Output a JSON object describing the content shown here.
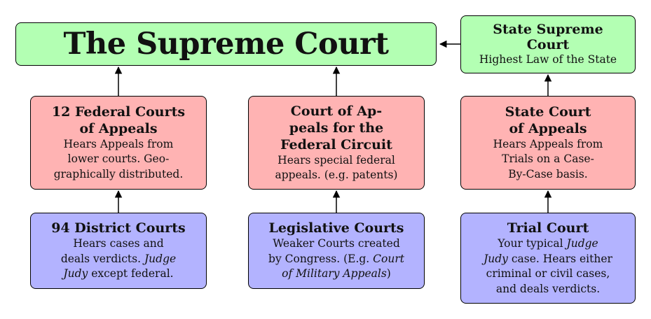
{
  "supreme_court": {
    "title": "The Supreme Court"
  },
  "state_supreme_court": {
    "title_lines": [
      "State Supreme",
      "Court"
    ],
    "desc_lines": [
      "Highest Law of the State"
    ]
  },
  "federal_appeals": {
    "title_lines": [
      "12 Federal Courts",
      "of Appeals"
    ],
    "desc_lines": [
      "Hears Appeals from",
      "lower courts. Geo-",
      "graphically distributed."
    ]
  },
  "federal_circuit": {
    "title_lines": [
      "Court of Ap-",
      "peals for the",
      "Federal Circuit"
    ],
    "desc_lines": [
      "Hears special federal",
      "appeals. (e.g. patents)"
    ]
  },
  "state_appeals": {
    "title_lines": [
      "State Court",
      "of Appeals"
    ],
    "desc_lines": [
      "Hears Appeals from",
      "Trials on a Case-",
      "By-Case basis."
    ]
  },
  "district_courts": {
    "title_lines": [
      "94 District Courts"
    ],
    "desc_lines": [
      "Hears cases and",
      "deals verdicts.",
      "Judge",
      "Judy",
      "except federal."
    ]
  },
  "legislative_courts": {
    "title_lines": [
      "Legislative Courts"
    ],
    "desc_lines": [
      "Weaker Courts created",
      "by Congress. (E.g.",
      "Court",
      "of Military Appeals",
      ")"
    ]
  },
  "trial_court": {
    "title_lines": [
      "Trial Court"
    ],
    "desc_lines": [
      "Your typical",
      "Judge",
      "Judy",
      "case. Hears either",
      "criminal or civil cases,",
      "and deals verdicts."
    ]
  },
  "colors": {
    "green": "#b3ffb3",
    "red": "#ffb3b3",
    "blue": "#b3b3ff",
    "stroke": "#000000"
  }
}
